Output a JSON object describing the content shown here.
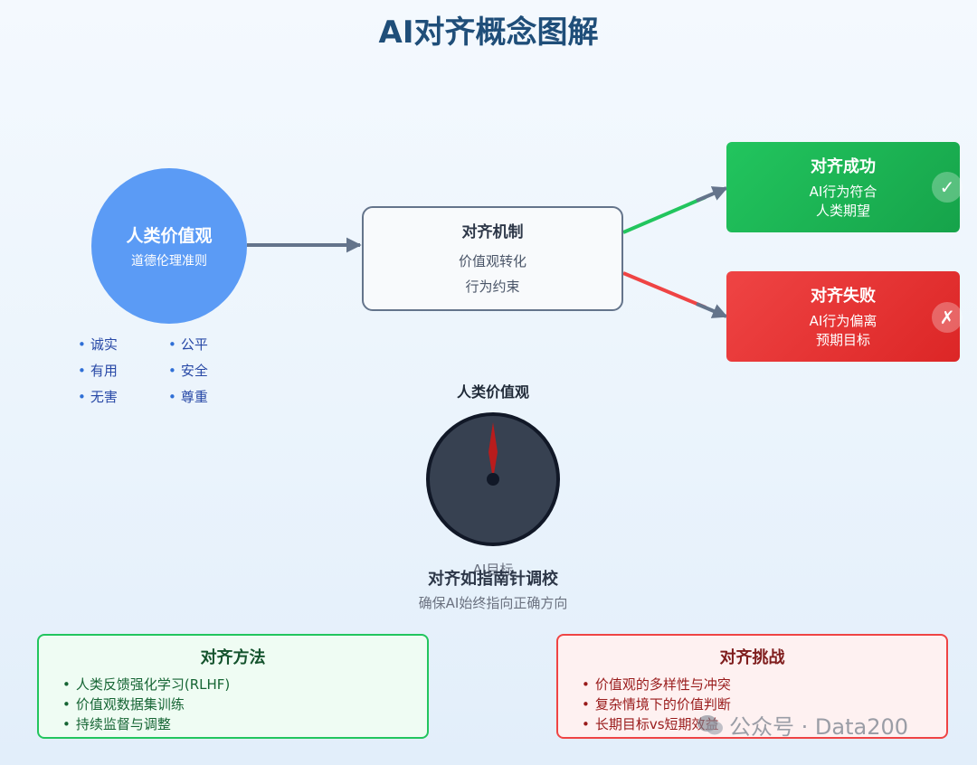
{
  "title": "AI对齐概念图解",
  "values_node": {
    "title": "人类价值观",
    "subtitle": "道德伦理准则",
    "items": [
      "诚实",
      "有用",
      "无害",
      "公平",
      "安全",
      "尊重"
    ]
  },
  "mechanism": {
    "title": "对齐机制",
    "lines": [
      "价值观转化",
      "行为约束"
    ]
  },
  "success": {
    "title": "对齐成功",
    "lines": [
      "AI行为符合",
      "人类期望"
    ],
    "badge": "✓",
    "color": "#22c55e"
  },
  "failure": {
    "title": "对齐失败",
    "lines": [
      "AI行为偏离",
      "预期目标"
    ],
    "badge": "✗",
    "color": "#ef4444"
  },
  "compass": {
    "top_label": "人类价值观",
    "bottom_label": "AI目标",
    "caption": "对齐如指南针调校",
    "subcaption": "确保AI始终指向正确方向"
  },
  "methods": {
    "title": "对齐方法",
    "items": [
      "人类反馈强化学习(RLHF)",
      "价值观数据集训练",
      "持续监督与调整"
    ],
    "color": "#22c55e"
  },
  "challenges": {
    "title": "对齐挑战",
    "items": [
      "价值观的多样性与冲突",
      "复杂情境下的价值判断",
      "长期目标vs短期效益"
    ],
    "color": "#ef4444"
  },
  "watermark": "公众号 · Data200"
}
